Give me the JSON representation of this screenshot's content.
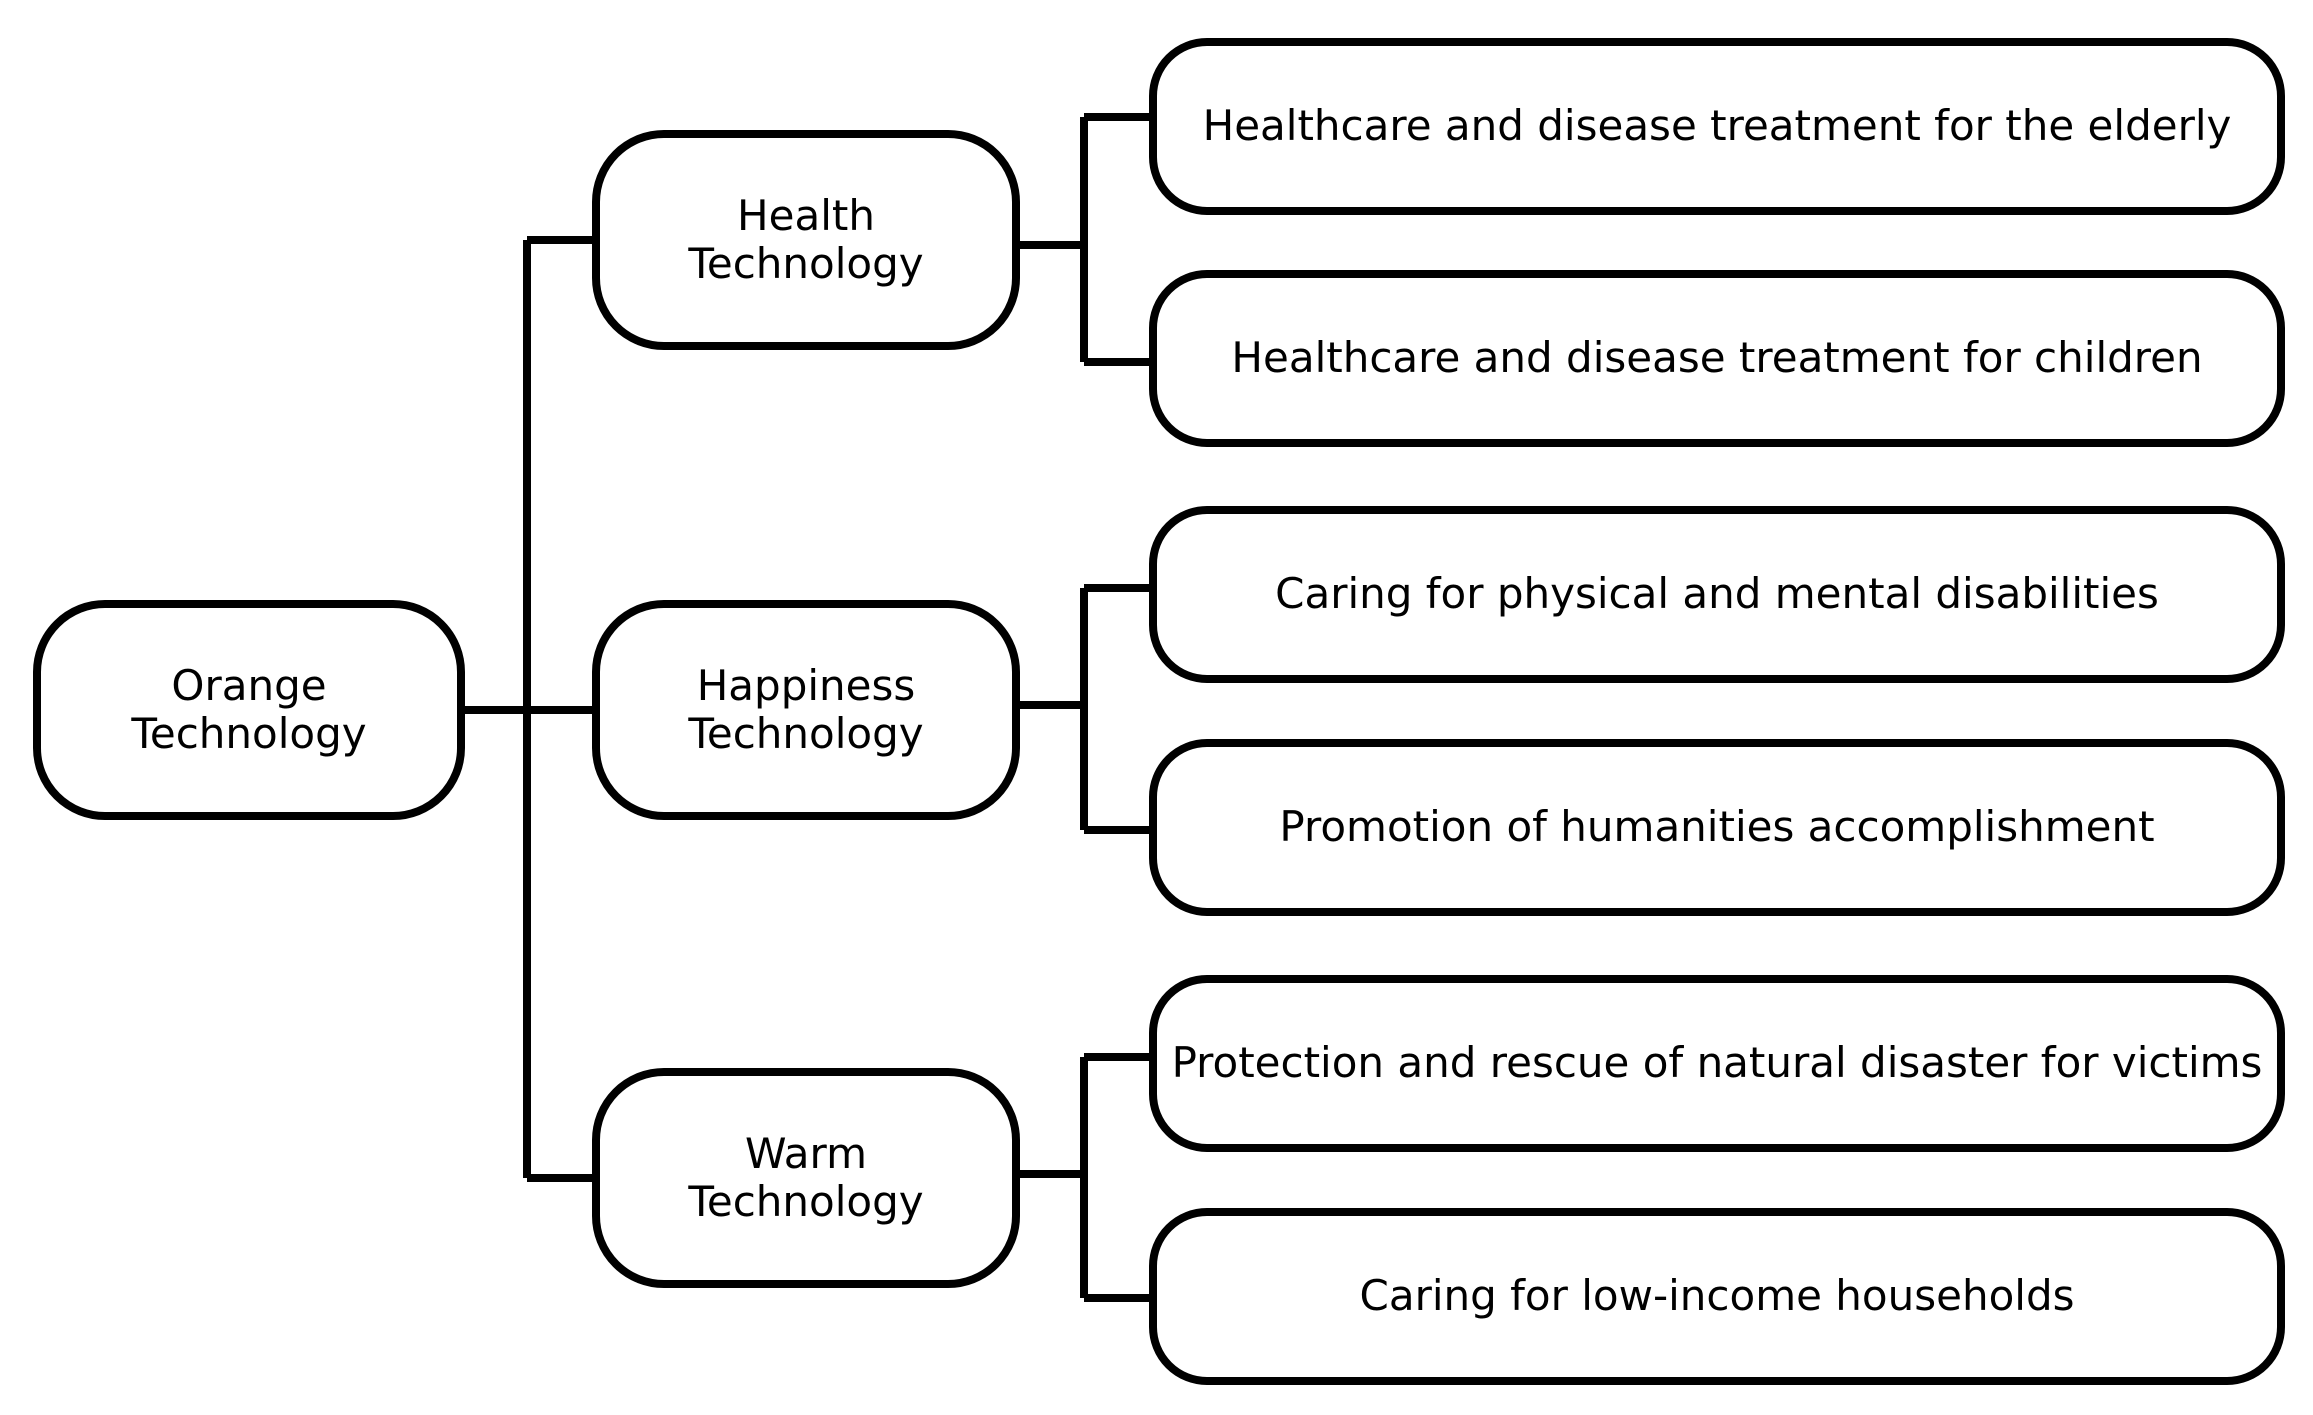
{
  "root": {
    "label": "Orange\nTechnology"
  },
  "branches": [
    {
      "label": "Health\nTechnology",
      "children": [
        "Healthcare and disease treatment for the elderly",
        "Healthcare and disease treatment for children"
      ]
    },
    {
      "label": "Happiness\nTechnology",
      "children": [
        "Caring for physical and mental disabilities",
        "Promotion of humanities accomplishment"
      ]
    },
    {
      "label": "Warm\nTechnology",
      "children": [
        "Protection and rescue of natural disaster for victims",
        "Caring for low-income households"
      ]
    }
  ],
  "colors": {
    "stroke": "#000000",
    "fill": "#ffffff"
  }
}
